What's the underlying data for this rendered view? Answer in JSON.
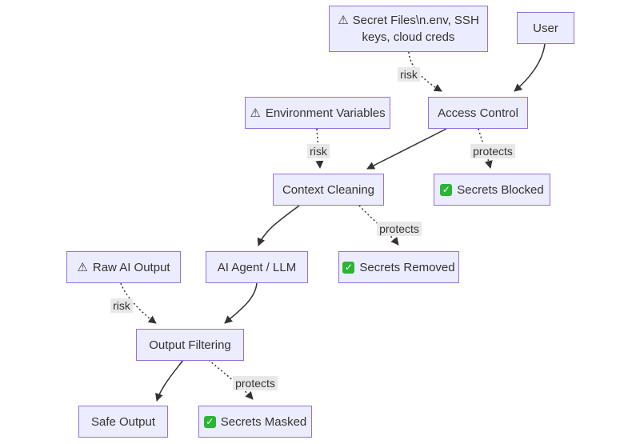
{
  "icons": {
    "warning": "⚠",
    "check": "✓"
  },
  "colors": {
    "background": "#ffffff",
    "node_fill": "#ECECFF",
    "node_border": "#9370DB",
    "text": "#333333",
    "edge": "#333333",
    "edge_label_bg": "#e8e8e8",
    "check_green": "#2bb534"
  },
  "diagram": {
    "type": "flowchart",
    "direction": "top-down",
    "nodes": [
      {
        "id": "secret-files",
        "icon": "warning",
        "text_line1": "Secret Files\\n.env, SSH",
        "text_line2": "keys, cloud creds"
      },
      {
        "id": "user",
        "label": "User"
      },
      {
        "id": "env-variables",
        "icon": "warning",
        "label": "Environment Variables"
      },
      {
        "id": "access-control",
        "label": "Access Control"
      },
      {
        "id": "context-cleaning",
        "label": "Context Cleaning"
      },
      {
        "id": "secrets-blocked",
        "icon": "check",
        "label": "Secrets Blocked"
      },
      {
        "id": "raw-ai-output",
        "icon": "warning",
        "label": "Raw AI Output"
      },
      {
        "id": "ai-agent",
        "label": "AI Agent / LLM"
      },
      {
        "id": "secrets-removed",
        "icon": "check",
        "label": "Secrets Removed"
      },
      {
        "id": "output-filtering",
        "label": "Output Filtering"
      },
      {
        "id": "safe-output",
        "label": "Safe Output"
      },
      {
        "id": "secrets-masked",
        "icon": "check",
        "label": "Secrets Masked"
      }
    ],
    "edges": [
      {
        "from": "Secret Files",
        "to": "Access Control",
        "label": "risk",
        "style": "dotted"
      },
      {
        "from": "User",
        "to": "Access Control",
        "label": "",
        "style": "solid"
      },
      {
        "from": "Environment Variables",
        "to": "Context Cleaning",
        "label": "risk",
        "style": "dotted"
      },
      {
        "from": "Access Control",
        "to": "Context Cleaning",
        "label": "",
        "style": "solid"
      },
      {
        "from": "Access Control",
        "to": "Secrets Blocked",
        "label": "protects",
        "style": "dotted"
      },
      {
        "from": "Context Cleaning",
        "to": "AI Agent / LLM",
        "label": "",
        "style": "solid"
      },
      {
        "from": "Context Cleaning",
        "to": "Secrets Removed",
        "label": "protects",
        "style": "dotted"
      },
      {
        "from": "Raw AI Output",
        "to": "Output Filtering",
        "label": "risk",
        "style": "dotted"
      },
      {
        "from": "AI Agent / LLM",
        "to": "Output Filtering",
        "label": "",
        "style": "solid"
      },
      {
        "from": "Output Filtering",
        "to": "Safe Output",
        "label": "",
        "style": "solid"
      },
      {
        "from": "Output Filtering",
        "to": "Secrets Masked",
        "label": "protects",
        "style": "dotted"
      }
    ]
  }
}
